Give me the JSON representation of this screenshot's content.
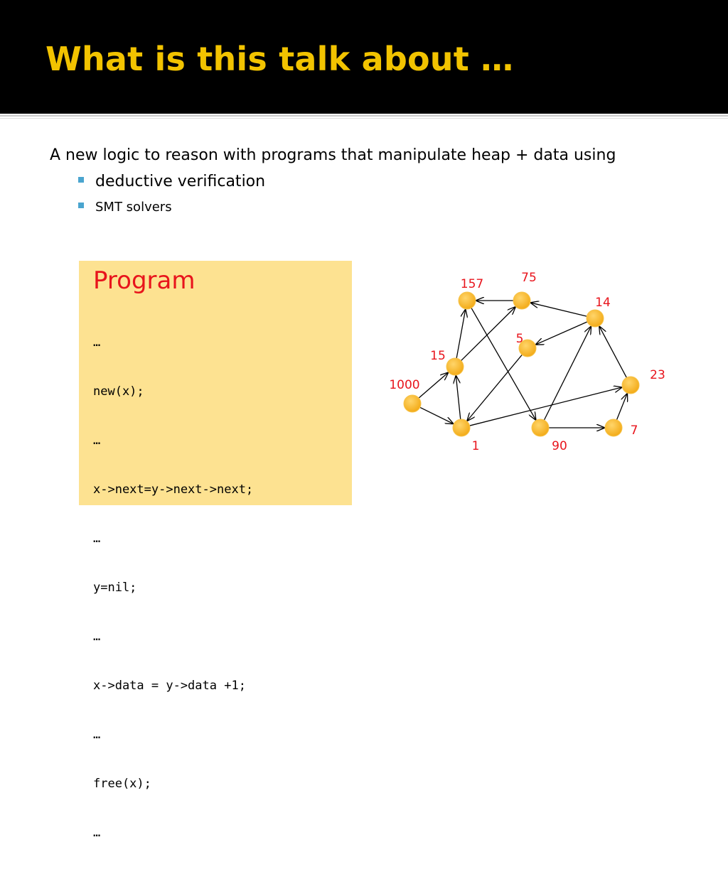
{
  "slide": {
    "title": "What is this talk about …",
    "main_text": "A new logic to reason with programs that manipulate heap + data using",
    "bullets": [
      "deductive verification",
      "SMT solvers"
    ]
  },
  "program": {
    "title": "Program",
    "lines": [
      "…",
      "new(x);",
      "…",
      "x->next=y->next->next;",
      "…",
      "y=nil;",
      "…",
      "x->data = y->data +1;",
      "…",
      "free(x);",
      "…"
    ]
  },
  "graph": {
    "nodes": [
      {
        "id": "n157",
        "label": "157"
      },
      {
        "id": "n75",
        "label": "75"
      },
      {
        "id": "n14",
        "label": "14"
      },
      {
        "id": "n5",
        "label": "5"
      },
      {
        "id": "n15",
        "label": "15"
      },
      {
        "id": "n1000",
        "label": "1000"
      },
      {
        "id": "n23",
        "label": "23"
      },
      {
        "id": "n1",
        "label": "1"
      },
      {
        "id": "n90",
        "label": "90"
      },
      {
        "id": "n7",
        "label": "7"
      }
    ],
    "edges": [
      [
        "n75",
        "n157"
      ],
      [
        "n14",
        "n75"
      ],
      [
        "n14",
        "n5"
      ],
      [
        "n15",
        "n157"
      ],
      [
        "n15",
        "n75"
      ],
      [
        "n1",
        "n15"
      ],
      [
        "n1000",
        "n15"
      ],
      [
        "n1000",
        "n1"
      ],
      [
        "n5",
        "n1"
      ],
      [
        "n1",
        "n23"
      ],
      [
        "n157",
        "n90"
      ],
      [
        "n90",
        "n14"
      ],
      [
        "n90",
        "n7"
      ],
      [
        "n7",
        "n23"
      ],
      [
        "n23",
        "n14"
      ]
    ],
    "colors": {
      "node_fill": "#f6b31f",
      "node_stroke": "#f6c34a",
      "edge": "#000000",
      "label": "#e8141c"
    }
  }
}
